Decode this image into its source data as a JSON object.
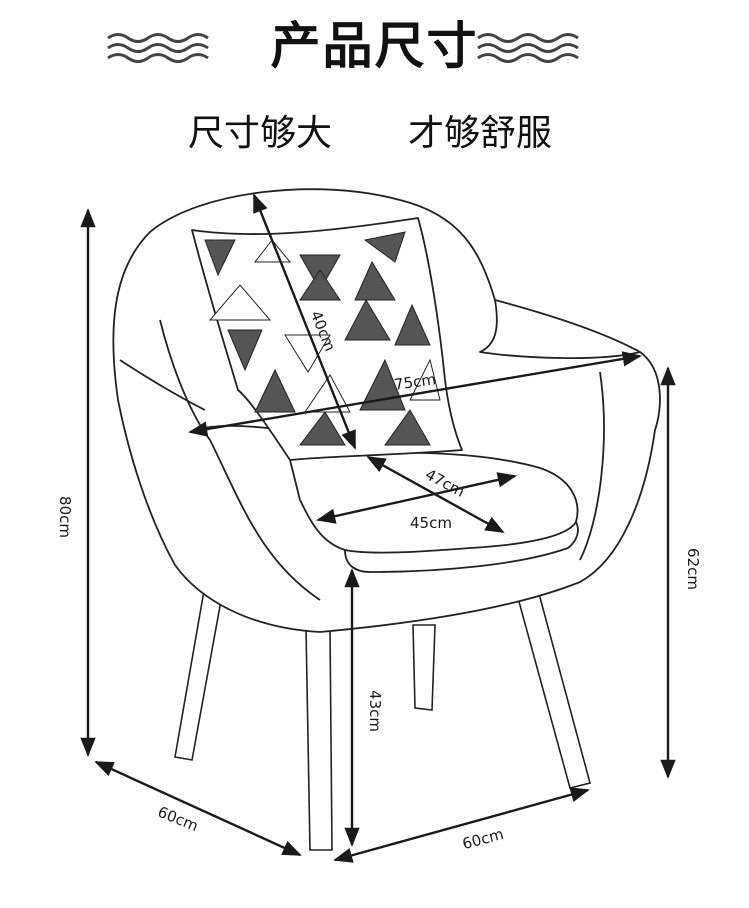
{
  "header": {
    "title": "产品尺寸"
  },
  "tagline": {
    "left": "尺寸够大",
    "right": "才够舒服"
  },
  "dimensions": {
    "total_height": "80cm",
    "arm_height": "62cm",
    "seat_height": "43cm",
    "back_height": "40cm",
    "total_width": "75cm",
    "seat_depth": "47cm",
    "seat_width": "45cm",
    "base_depth": "60cm",
    "base_width": "60cm"
  },
  "colors": {
    "line": "#222222",
    "pattern": "#555555"
  }
}
